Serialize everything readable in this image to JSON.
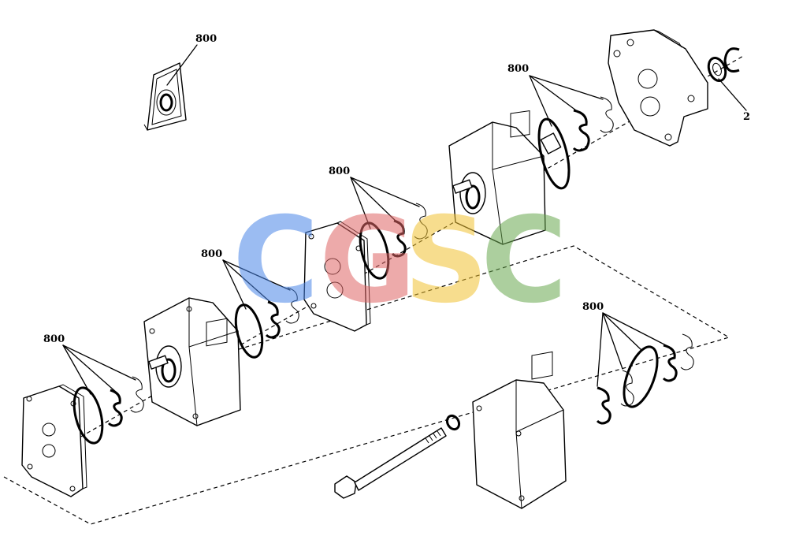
{
  "callouts": {
    "c1": "800",
    "c2": "800",
    "c3": "800",
    "c4": "800",
    "c5": "800",
    "c6": "800",
    "c7": "2"
  },
  "watermark": {
    "letters": [
      "C",
      "G",
      "S",
      "C"
    ],
    "colors": [
      "#4a86e8",
      "#e06666",
      "#f1c232",
      "#6aa84f"
    ]
  },
  "colors": {
    "line": "#000000",
    "background": "#ffffff"
  }
}
